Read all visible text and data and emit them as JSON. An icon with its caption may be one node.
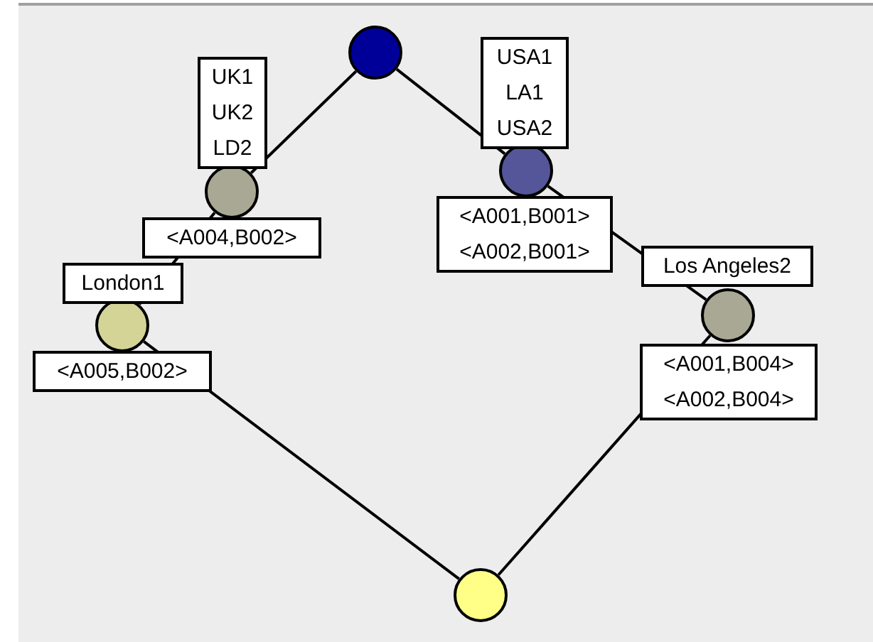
{
  "diagram": {
    "nodes": [
      {
        "text": [],
        "shape": "circle"
      },
      {
        "text": [],
        "shape": "circle",
        "beside": [
          "UK1 UK2 LD2",
          "<A004,B002>"
        ]
      },
      {
        "text": [],
        "shape": "circle",
        "beside": [
          "London1",
          "<A005,B002>"
        ]
      },
      {
        "text": [],
        "shape": "circle",
        "beside": [
          "USA1 LA1 USA2",
          "<A001,B001> <A002,B001>"
        ]
      },
      {
        "text": [],
        "shape": "circle",
        "beside": [
          "Los Angeles2",
          "<A001,B004> <A002,B004>"
        ]
      },
      {
        "text": [],
        "shape": "circle"
      }
    ],
    "edges": [
      {
        "from": 0,
        "to": 1,
        "arrow": "none"
      },
      {
        "from": 1,
        "to": 2,
        "arrow": "none"
      },
      {
        "from": 2,
        "to": 5,
        "arrow": "none"
      },
      {
        "from": 0,
        "to": 3,
        "arrow": "none"
      },
      {
        "from": 3,
        "to": 4,
        "arrow": "none"
      },
      {
        "from": 4,
        "to": 5,
        "arrow": "none"
      }
    ]
  }
}
